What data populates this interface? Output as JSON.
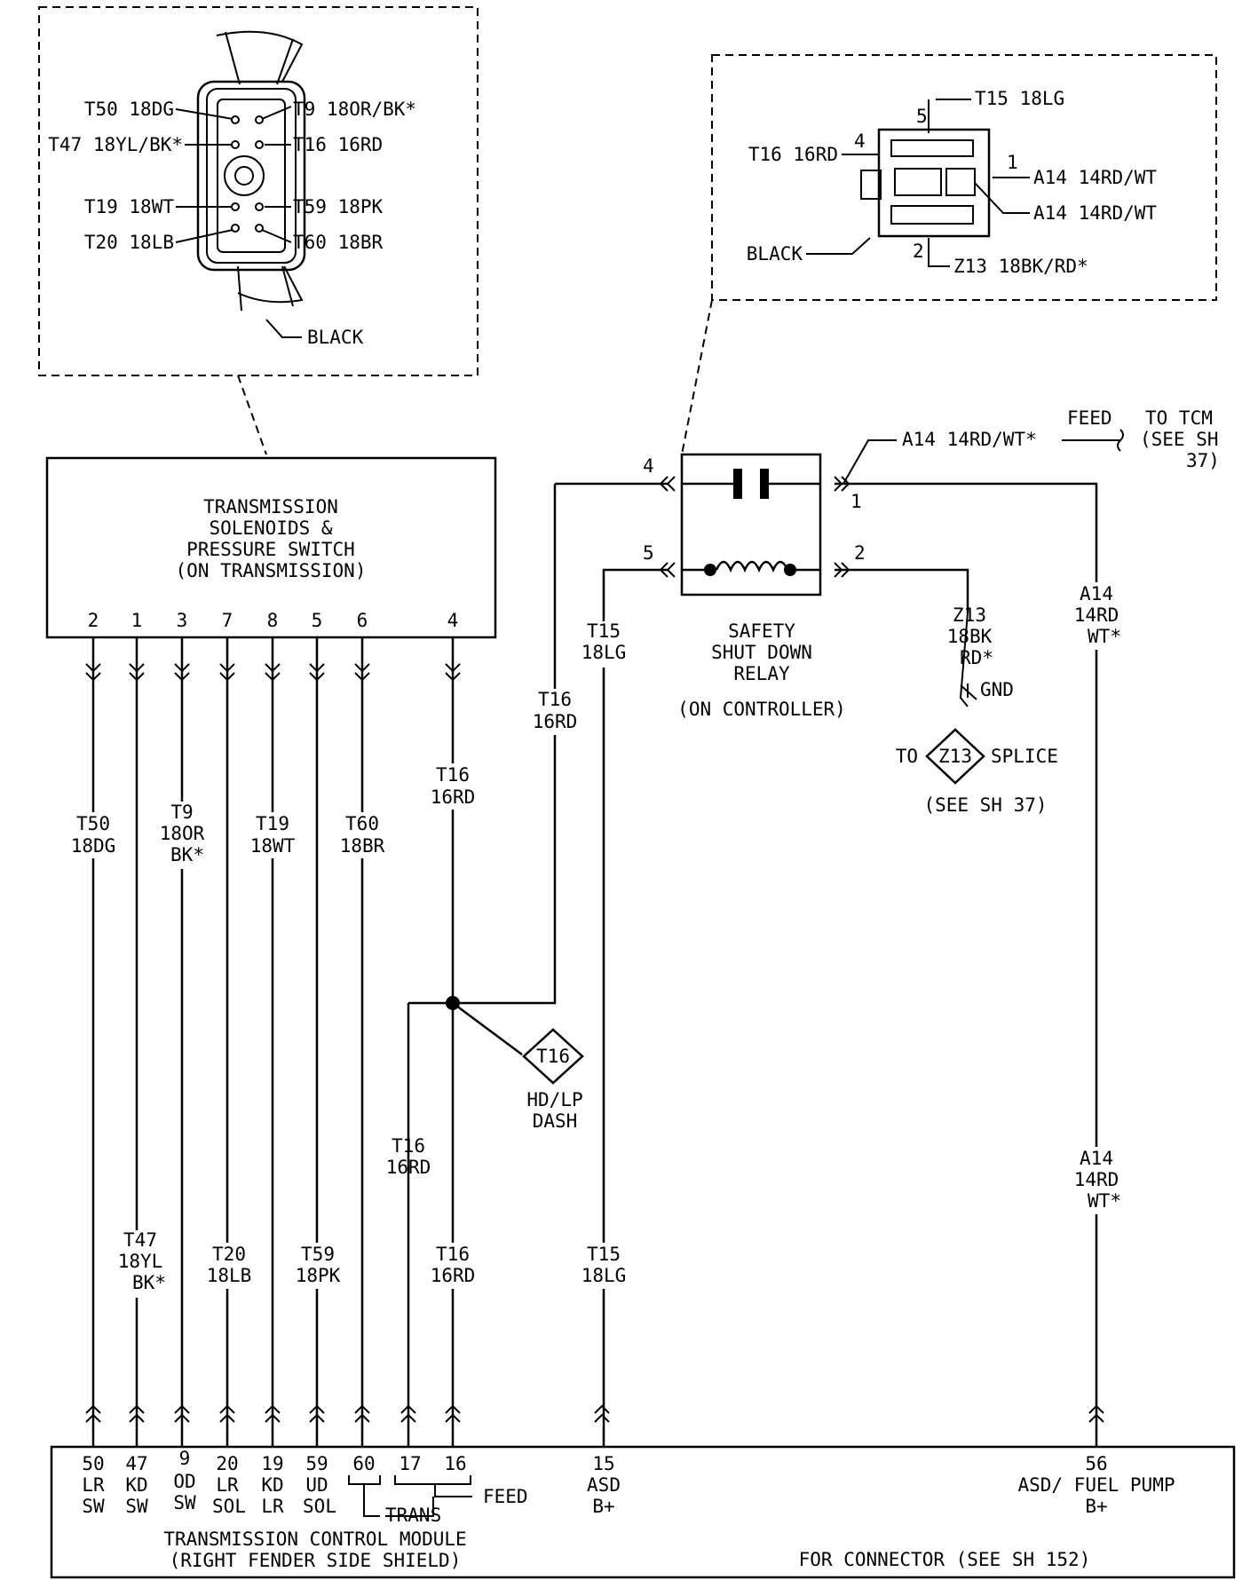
{
  "connector_view_tsol": {
    "pins": [
      {
        "label": "T50 18DG"
      },
      {
        "label": "T9 18OR/BK*"
      },
      {
        "label": "T47 18YL/BK*"
      },
      {
        "label": "T16 16RD"
      },
      {
        "label": "T19 18WT"
      },
      {
        "label": "T59 18PK"
      },
      {
        "label": "T20 18LB"
      },
      {
        "label": "T60 18BR"
      }
    ],
    "color": "BLACK"
  },
  "connector_view_relay": {
    "labels": [
      {
        "label": "T15 18LG"
      },
      {
        "label": "T16 16RD"
      },
      {
        "label": "A14 14RD/WT"
      },
      {
        "label": "A14 14RD/WT"
      },
      {
        "label": "Z13 18BK/RD*"
      }
    ],
    "cavities": [
      "5",
      "4",
      "1",
      "2"
    ],
    "color": "BLACK"
  },
  "solenoid_box": {
    "lines": [
      "TRANSMISSION",
      "SOLENOIDS &",
      "PRESSURE SWITCH",
      "(ON TRANSMISSION)"
    ],
    "pins": [
      "2",
      "1",
      "3",
      "7",
      "8",
      "5",
      "6",
      "4"
    ]
  },
  "wires_upper": [
    {
      "circuit": "T50",
      "gauge": "18DG"
    },
    {
      "circuit": "T9",
      "gauge": "18OR",
      "extra": "BK*"
    },
    {
      "circuit": "T19",
      "gauge": "18WT"
    },
    {
      "circuit": "T60",
      "gauge": "18BR"
    },
    {
      "circuit": "T16",
      "gauge": "16RD"
    }
  ],
  "wires_lower": [
    {
      "circuit": "T47",
      "gauge": "18YL",
      "extra": "BK*"
    },
    {
      "circuit": "T20",
      "gauge": "18LB"
    },
    {
      "circuit": "T59",
      "gauge": "18PK"
    },
    {
      "circuit": "T16",
      "gauge": "16RD"
    },
    {
      "circuit": "T16",
      "gauge": "16RD"
    }
  ],
  "relay": {
    "lines": [
      "SAFETY",
      "SHUT DOWN",
      "RELAY"
    ],
    "location": "(ON CONTROLLER)",
    "pins": [
      "4",
      "1",
      "5",
      "2"
    ],
    "t16": {
      "circuit": "T16",
      "gauge": "16RD"
    },
    "t15": {
      "circuit": "T15",
      "gauge": "18LG"
    },
    "t15_lower": {
      "circuit": "T15",
      "gauge": "18LG"
    },
    "z13": {
      "circuit": "Z13",
      "gauge": "18BK",
      "extra": "RD*"
    },
    "a14": {
      "circuit": "A14",
      "gauge": "14RD",
      "extra": "WT*"
    },
    "a14_lower": {
      "circuit": "A14",
      "gauge": "14RD",
      "extra": "WT*"
    }
  },
  "feed_note": {
    "wire": "A14 14RD/WT*",
    "feed": "FEED",
    "dest": [
      "TO TCM",
      "(SEE SH",
      "37)"
    ]
  },
  "ground": {
    "gnd": "GND",
    "to": "TO",
    "symbol": "Z13",
    "splice": "SPLICE",
    "see": "(SEE SH 37)"
  },
  "splice_t16": {
    "symbol": "T16",
    "lines": [
      "HD/LP",
      "DASH"
    ]
  },
  "tcm": {
    "pins": [
      {
        "num": "50",
        "l1": "LR",
        "l2": "SW"
      },
      {
        "num": "47",
        "l1": "KD",
        "l2": "SW"
      },
      {
        "num": "9",
        "l1": "OD",
        "l2": "SW"
      },
      {
        "num": "20",
        "l1": "LR",
        "l2": "SOL"
      },
      {
        "num": "19",
        "l1": "KD",
        "l2": "LR"
      },
      {
        "num": "59",
        "l1": "UD",
        "l2": "SOL"
      },
      {
        "num": "60"
      },
      {
        "num": "17"
      },
      {
        "num": "16"
      },
      {
        "num": "15",
        "l1": "ASD",
        "l2": "B+"
      },
      {
        "num": "56",
        "l1": "ASD/ FUEL PUMP",
        "l2": "B+"
      }
    ],
    "feed": "FEED",
    "trans": "TRANS",
    "title": "TRANSMISSION CONTROL MODULE",
    "subtitle": "(RIGHT FENDER SIDE SHIELD)",
    "connector_note": "FOR CONNECTOR (SEE SH 152)"
  }
}
